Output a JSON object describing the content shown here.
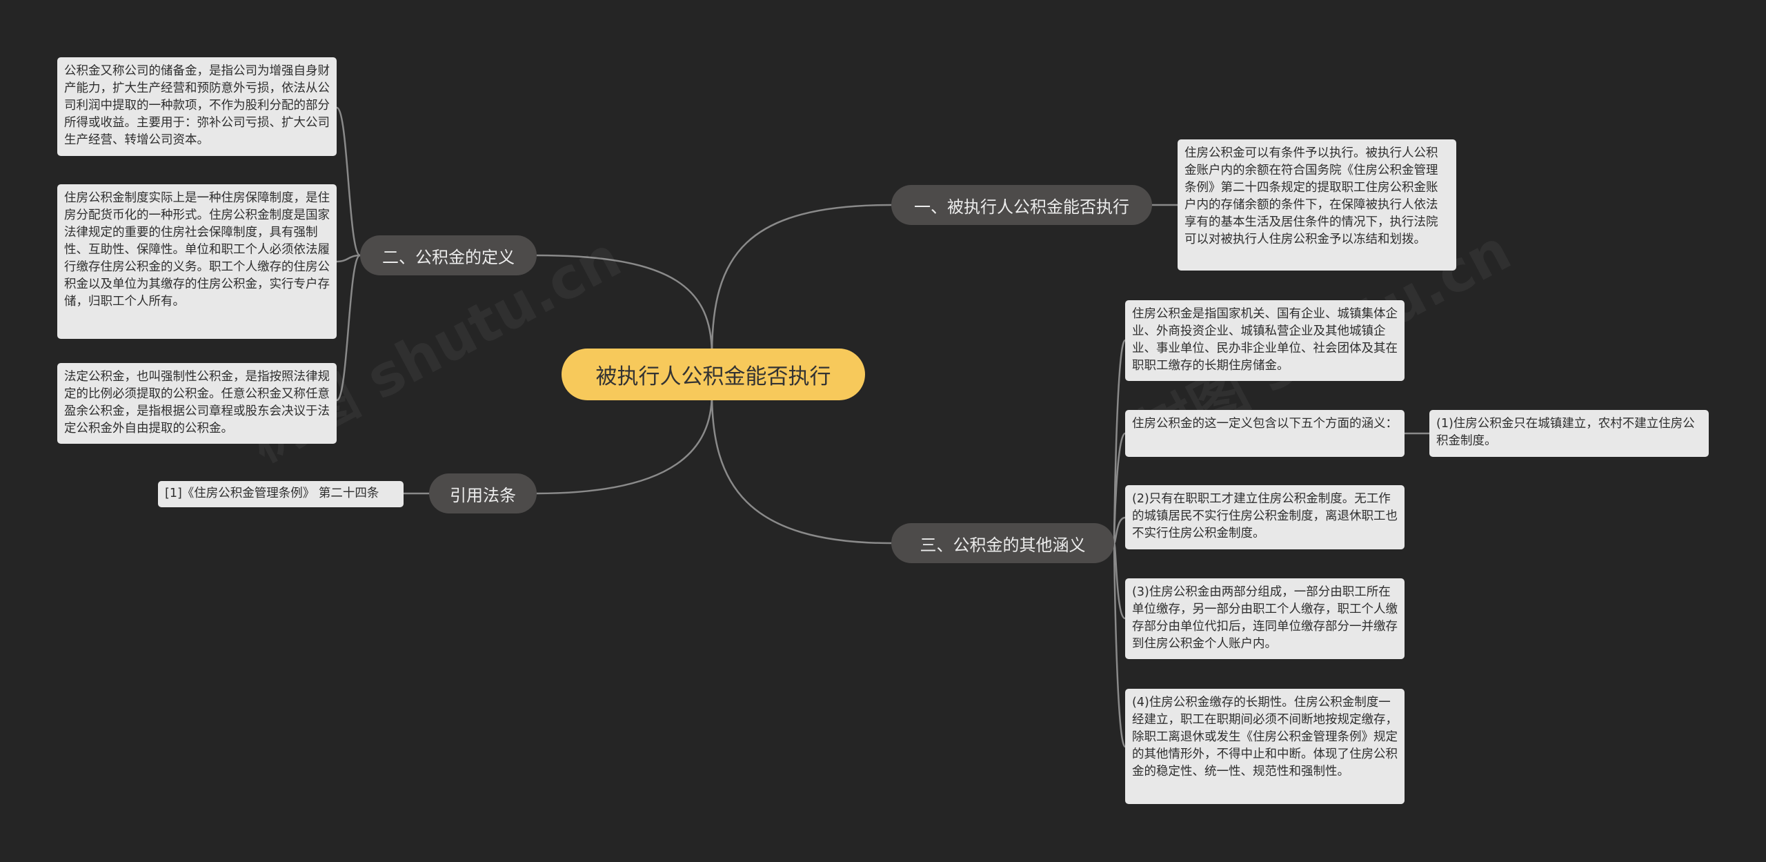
{
  "root": {
    "label": "被执行人公积金能否执行"
  },
  "branches": [
    {
      "label": "一、被执行人公积金能否执行",
      "leaves": [
        "住房公积金可以有条件予以执行。被执行人公积金账户内的余额在符合国务院《住房公积金管理条例》第二十四条规定的提取职工住房公积金账户内的存储余额的条件下，在保障被执行人依法享有的基本生活及居住条件的情况下，执行法院可以对被执行人住房公积金予以冻结和划拨。"
      ]
    },
    {
      "label": "二、公积金的定义",
      "leaves": [
        "公积金又称公司的储备金，是指公司为增强自身财产能力，扩大生产经营和预防意外亏损，依法从公司利润中提取的一种款项，不作为股利分配的部分所得或收益。主要用于：弥补公司亏损、扩大公司生产经营、转增公司资本。",
        "住房公积金制度实际上是一种住房保障制度，是住房分配货币化的一种形式。住房公积金制度是国家法律规定的重要的住房社会保障制度，具有强制性、互助性、保障性。单位和职工个人必须依法履行缴存住房公积金的义务。职工个人缴存的住房公积金以及单位为其缴存的住房公积金，实行专户存储，归职工个人所有。",
        "法定公积金，也叫强制性公积金，是指按照法律规定的比例必须提取的公积金。任意公积金又称任意盈余公积金，是指根据公司章程或股东会决议于法定公积金外自由提取的公积金。"
      ]
    },
    {
      "label": "三、公积金的其他涵义",
      "leaves": [
        "住房公积金是指国家机关、国有企业、城镇集体企业、外商投资企业、城镇私营企业及其他城镇企业、事业单位、民办非企业单位、社会团体及其在职职工缴存的长期住房储金。",
        "住房公积金的这一定义包含以下五个方面的涵义：",
        "(2)只有在职职工才建立住房公积金制度。无工作的城镇居民不实行住房公积金制度，离退休职工也不实行住房公积金制度。",
        "(3)住房公积金由两部分组成，一部分由职工所在单位缴存，另一部分由职工个人缴存，职工个人缴存部分由单位代扣后，连同单位缴存部分一并缴存到住房公积金个人账户内。",
        "(4)住房公积金缴存的长期性。住房公积金制度一经建立，职工在职期间必须不间断地按规定缴存，除职工离退休或发生《住房公积金管理条例》规定的其他情形外，不得中止和中断。体现了住房公积金的稳定性、统一性、规范性和强制性。"
      ],
      "subleaf": "(1)住房公积金只在城镇建立，农村不建立住房公积金制度。"
    },
    {
      "label": "引用法条",
      "leaves": [
        "[1]《住房公积金管理条例》 第二十四条"
      ]
    }
  ],
  "watermark": "树图 shutu.cn",
  "colors": {
    "background": "#252525",
    "root": "#f7c95b",
    "branch": "#4d4b4a",
    "leaf": "#e8e8e8",
    "edge": "#8a8a8a"
  }
}
